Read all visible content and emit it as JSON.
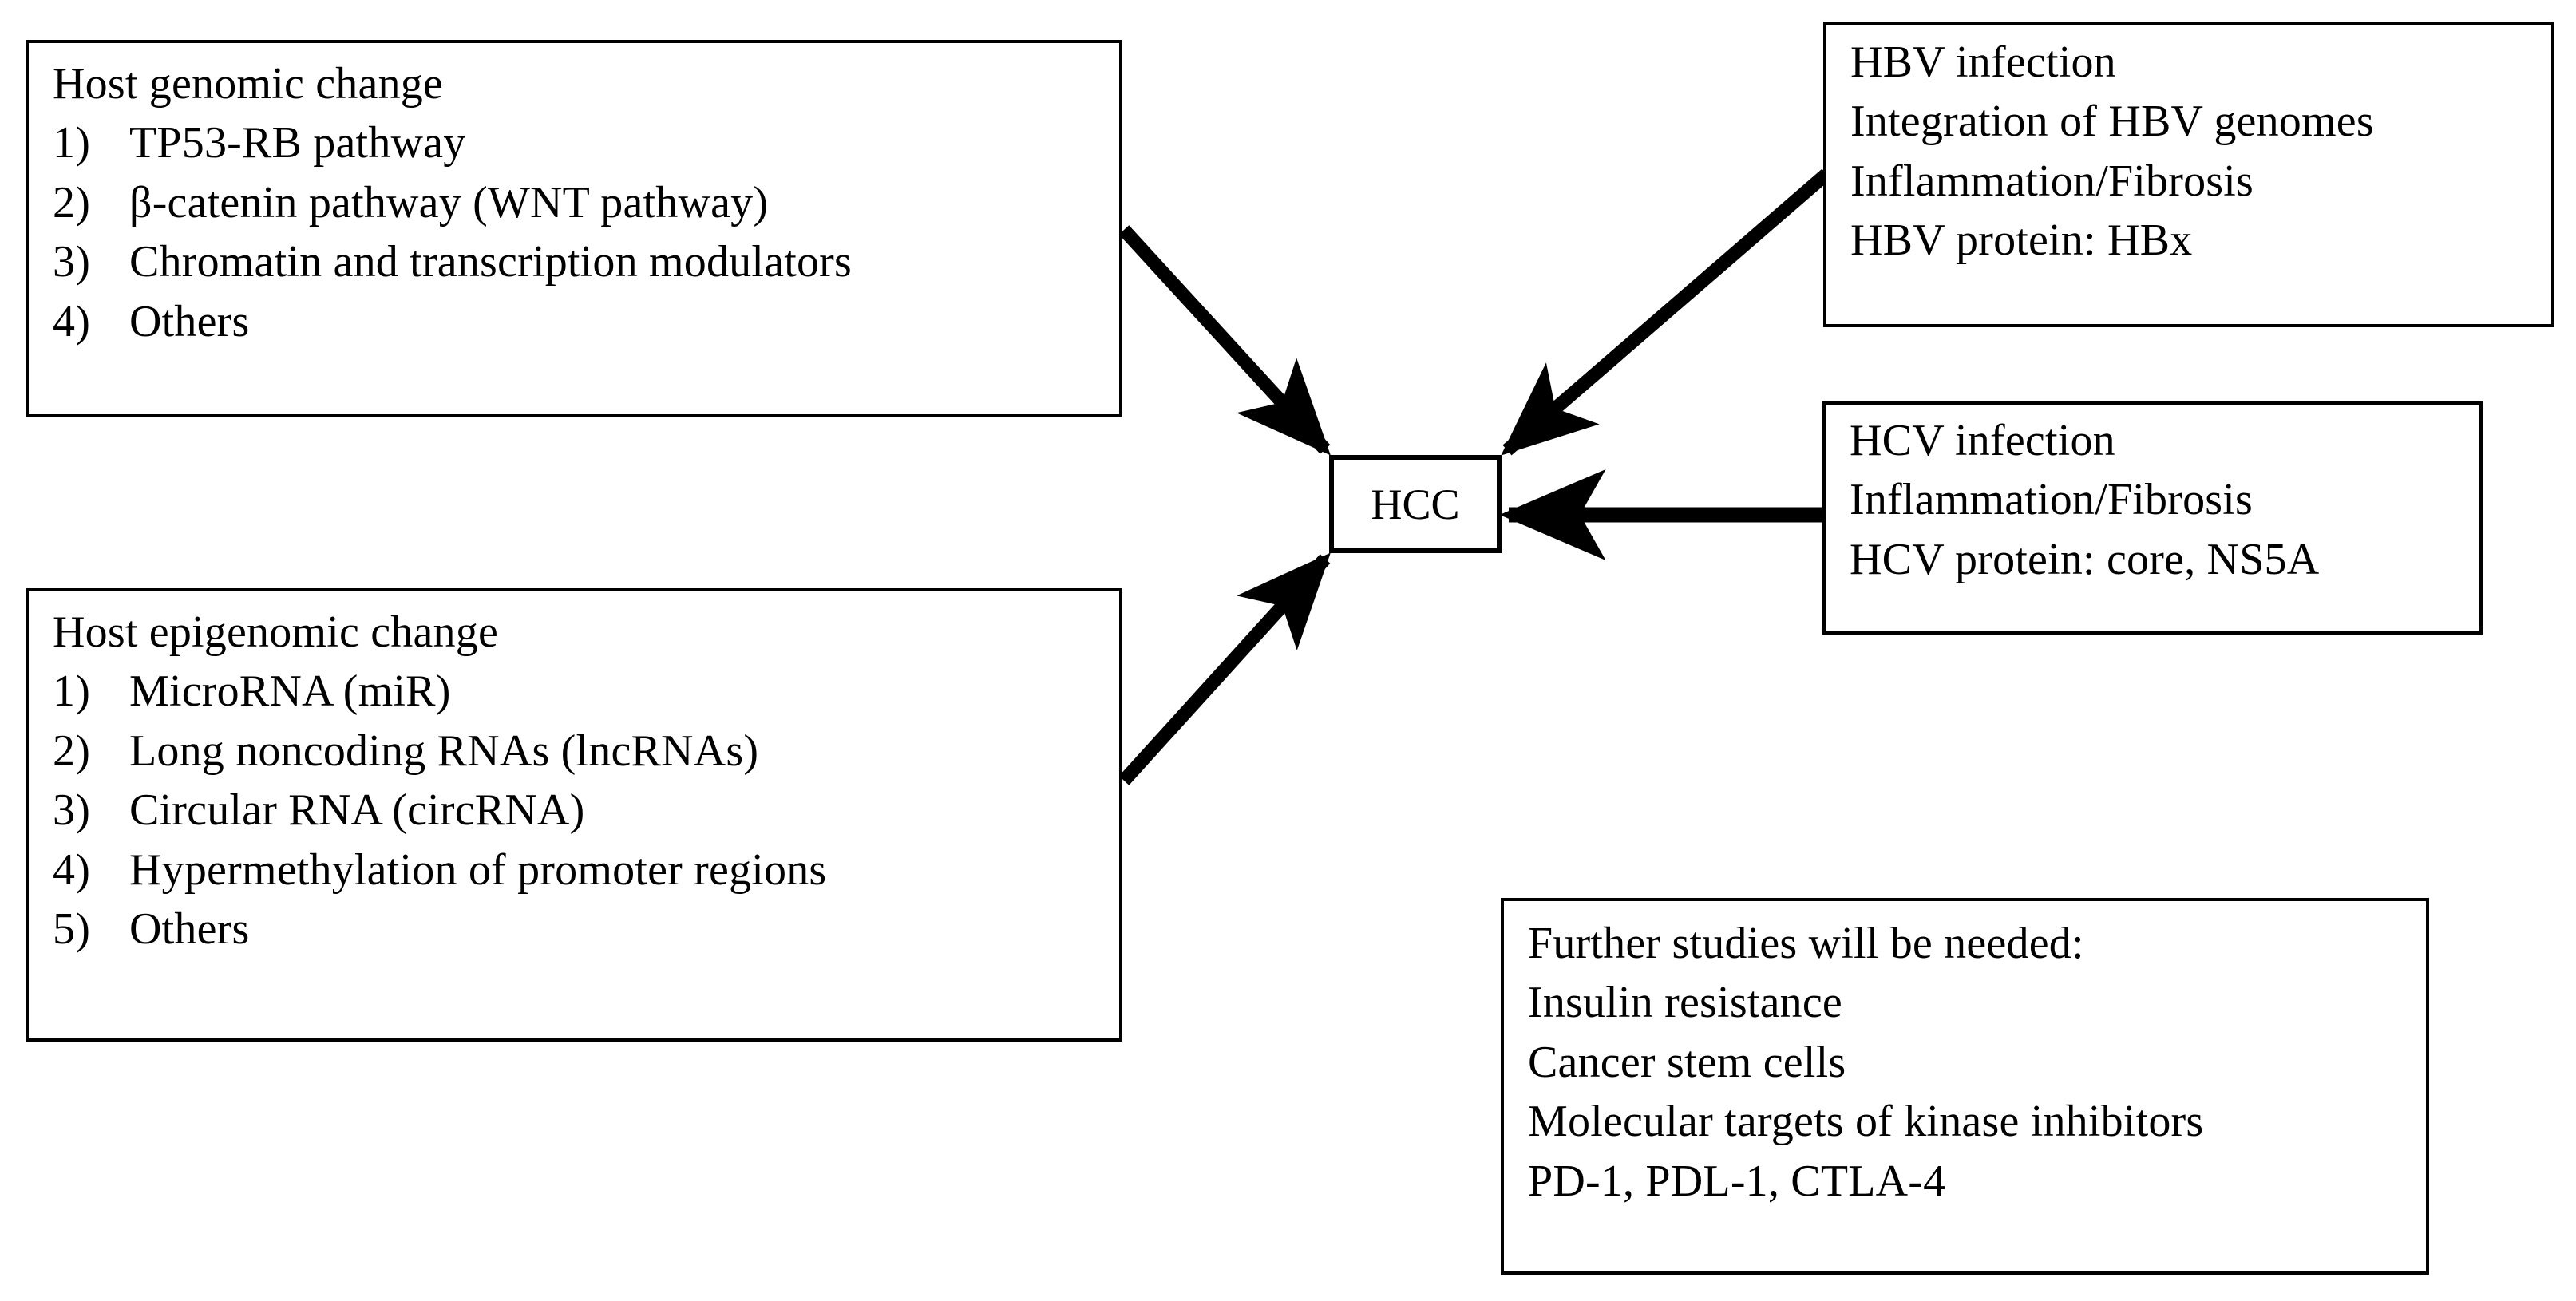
{
  "diagram": {
    "title_node": {
      "label": "HCC"
    },
    "genomic_box": {
      "heading": "Host genomic change",
      "items": [
        {
          "num": "1)",
          "text": "TP53-RB pathway"
        },
        {
          "num": "2)",
          "text": "β-catenin pathway (WNT pathway)"
        },
        {
          "num": "3)",
          "text": "Chromatin and transcription modulators"
        },
        {
          "num": "4)",
          "text": "Others"
        }
      ]
    },
    "epigenomic_box": {
      "heading": "Host epigenomic change",
      "items": [
        {
          "num": "1)",
          "text": "MicroRNA (miR)"
        },
        {
          "num": "2)",
          "text": "Long noncoding RNAs (lncRNAs)"
        },
        {
          "num": "3)",
          "text": "Circular RNA (circRNA)"
        },
        {
          "num": "4)",
          "text": "Hypermethylation of promoter regions"
        },
        {
          "num": "5)",
          "text": "Others"
        }
      ]
    },
    "hbv_box": {
      "lines": [
        "HBV infection",
        "Integration of HBV genomes",
        "Inflammation/Fibrosis",
        "HBV protein: HBx"
      ]
    },
    "hcv_box": {
      "lines": [
        "HCV infection",
        "Inflammation/Fibrosis",
        "HCV protein: core, NS5A"
      ]
    },
    "further_studies_box": {
      "lines": [
        "Further studies will be needed:",
        "Insulin resistance",
        "Cancer stem cells",
        "Molecular targets of kinase inhibitors",
        "PD-1, PDL-1, CTLA-4"
      ]
    },
    "arrows": [
      {
        "name": "genomic-to-hcc",
        "from": "Host genomic change",
        "to": "HCC"
      },
      {
        "name": "epigenomic-to-hcc",
        "from": "Host epigenomic change",
        "to": "HCC"
      },
      {
        "name": "hbv-to-hcc",
        "from": "HBV infection",
        "to": "HCC"
      },
      {
        "name": "hcv-to-hcc",
        "from": "HCV infection",
        "to": "HCC"
      }
    ],
    "colors": {
      "stroke": "#000000",
      "background": "#ffffff",
      "text": "#000000"
    }
  }
}
